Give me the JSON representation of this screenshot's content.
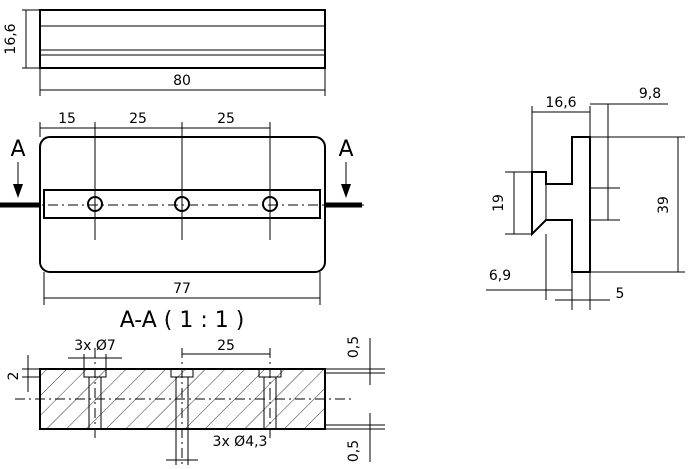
{
  "top_view": {
    "height_dim": "16,6",
    "width_dim": "80"
  },
  "front_view": {
    "dim_15": "15",
    "dim_25a": "25",
    "dim_25b": "25",
    "bottom_dim": "77",
    "section_marker_left": "A",
    "section_marker_right": "A"
  },
  "section_title": "A-A ( 1 : 1 )",
  "section_view": {
    "hole_top_label": "3x Ø7",
    "spacing_label": "25",
    "hole_bottom_label": "3x Ø4,3",
    "depth_label": "2",
    "top_offset": "0,5",
    "bottom_offset": "0,5"
  },
  "side_view": {
    "width_top": "16,6",
    "lip_dim": "9,8",
    "left_height": "19",
    "total_height": "39",
    "bottom_left": "6,9",
    "bottom_right": "5"
  }
}
